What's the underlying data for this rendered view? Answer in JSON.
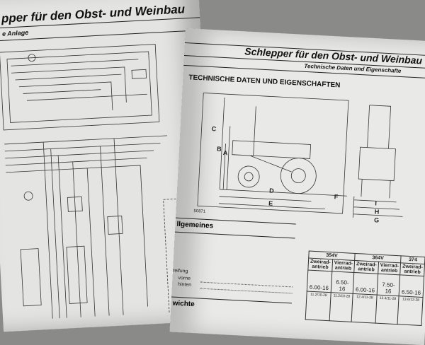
{
  "left_page": {
    "title": "pper für den Obst- und Weinbau",
    "subtitle": "e Anlage"
  },
  "right_page": {
    "title": "Schlepper für den Obst- und Weinbau",
    "subtitle": "Technische Daten und Eigenschafte",
    "heading": "TECHNISCHE DATEN UND EIGENSCHAFTEN",
    "drawing_code": "50871",
    "dimension_labels": [
      "A",
      "B",
      "C",
      "D",
      "E",
      "F",
      "G",
      "H",
      "I"
    ],
    "section_general": "llgemeines",
    "section_weights": "wichte",
    "tyre_label": "reifung",
    "front_label": "vorne",
    "rear_label": "hinten",
    "table": {
      "models": [
        "354V",
        "364V",
        "374"
      ],
      "drive": [
        "Zweirad-antrieb",
        "Vierrad-antrieb",
        "Zweirad-antrieb",
        "Vierrad-antrieb",
        "Zweirad-antrieb"
      ],
      "front": [
        "6.00-16",
        "6.50-16",
        "6.00-16",
        "7.50-16",
        "6.50-16"
      ],
      "rear": [
        "11.2/10-28",
        "11.2/10-28",
        "12.4/11-28",
        "12.4/11-28",
        "13.6/12-28"
      ]
    }
  }
}
